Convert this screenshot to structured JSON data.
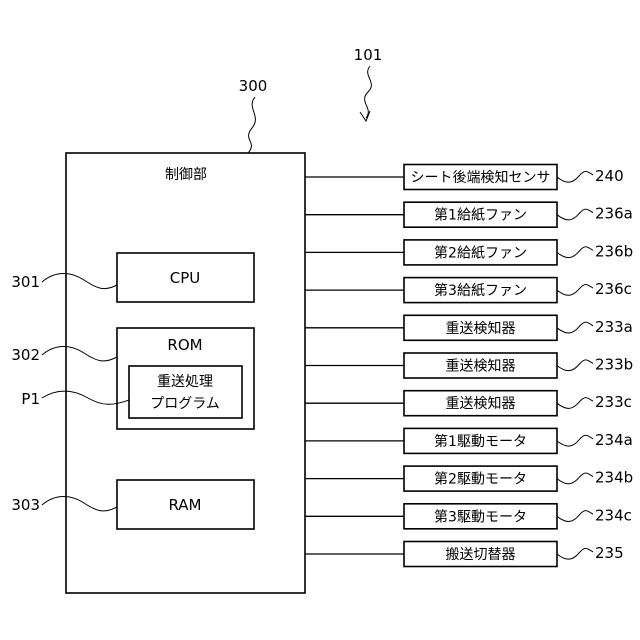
{
  "figure_ref": "101",
  "controller": {
    "ref": "300",
    "title": "制御部",
    "cpu": {
      "label": "CPU",
      "ref": "301"
    },
    "rom": {
      "label": "ROM",
      "ref": "302",
      "program": {
        "line1": "重送処理",
        "line2": "プログラム",
        "ref": "P1"
      }
    },
    "ram": {
      "label": "RAM",
      "ref": "303"
    }
  },
  "devices": [
    {
      "label": "シート後端検知センサ",
      "ref": "240"
    },
    {
      "label": "第1給紙ファン",
      "ref": "236a"
    },
    {
      "label": "第2給紙ファン",
      "ref": "236b"
    },
    {
      "label": "第3給紙ファン",
      "ref": "236c"
    },
    {
      "label": "重送検知器",
      "ref": "233a"
    },
    {
      "label": "重送検知器",
      "ref": "233b"
    },
    {
      "label": "重送検知器",
      "ref": "233c"
    },
    {
      "label": "第1駆動モータ",
      "ref": "234a"
    },
    {
      "label": "第2駆動モータ",
      "ref": "234b"
    },
    {
      "label": "第3駆動モータ",
      "ref": "234c"
    },
    {
      "label": "搬送切替器",
      "ref": "235"
    }
  ]
}
